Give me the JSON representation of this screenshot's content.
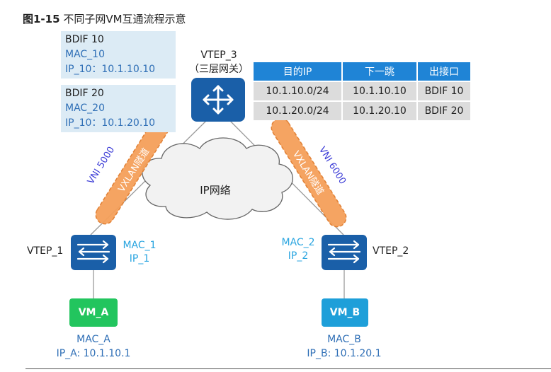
{
  "figure": {
    "number": "图1-15",
    "caption": "不同子网VM互通流程示意"
  },
  "bdif_10": {
    "name": "BDIF 10",
    "mac": "MAC_10",
    "ip": "IP_10：10.1.10.10"
  },
  "bdif_20": {
    "name": "BDIF 20",
    "mac": "MAC_20",
    "ip": "IP_10：10.1.20.10"
  },
  "vtep3": {
    "name": "VTEP_3",
    "role": "（三层网关）"
  },
  "route_table": {
    "headers": [
      "目的IP",
      "下一跳",
      "出接口"
    ],
    "rows": [
      [
        "10.1.10.0/24",
        "10.1.10.10",
        "BDIF 10"
      ],
      [
        "10.1.20.0/24",
        "10.1.20.10",
        "BDIF 20"
      ]
    ]
  },
  "network": {
    "label": "IP网络"
  },
  "tunnel_left": {
    "vni": "VNI 5000",
    "label": "VXLAN隧道"
  },
  "tunnel_right": {
    "vni": "VNI 6000",
    "label": "VXLAN隧道"
  },
  "vtep1": {
    "name": "VTEP_1",
    "mac": "MAC_1",
    "ip": "IP_1"
  },
  "vtep2": {
    "name": "VTEP_2",
    "mac": "MAC_2",
    "ip": "IP_2"
  },
  "vm_a": {
    "name": "VM_A",
    "mac": "MAC_A",
    "ip": "IP_A: 10.1.10.1"
  },
  "vm_b": {
    "name": "VM_B",
    "mac": "MAC_B",
    "ip": "IP_B: 10.1.20.1"
  },
  "colors": {
    "device_blue": "#1a5fa8",
    "table_header": "#1f84d6",
    "bdif_bg": "#dcebf5",
    "tunnel_orange": "#f5a05a",
    "vm_a_green": "#22c55e",
    "vm_b_blue": "#1e9fd9",
    "label_cyan": "#2aa5e0",
    "vni_blue": "#3b3bd6"
  },
  "icons": {
    "vtep3": "router-icon",
    "vtep1": "switch-icon",
    "vtep2": "switch-icon",
    "network": "cloud-icon"
  }
}
